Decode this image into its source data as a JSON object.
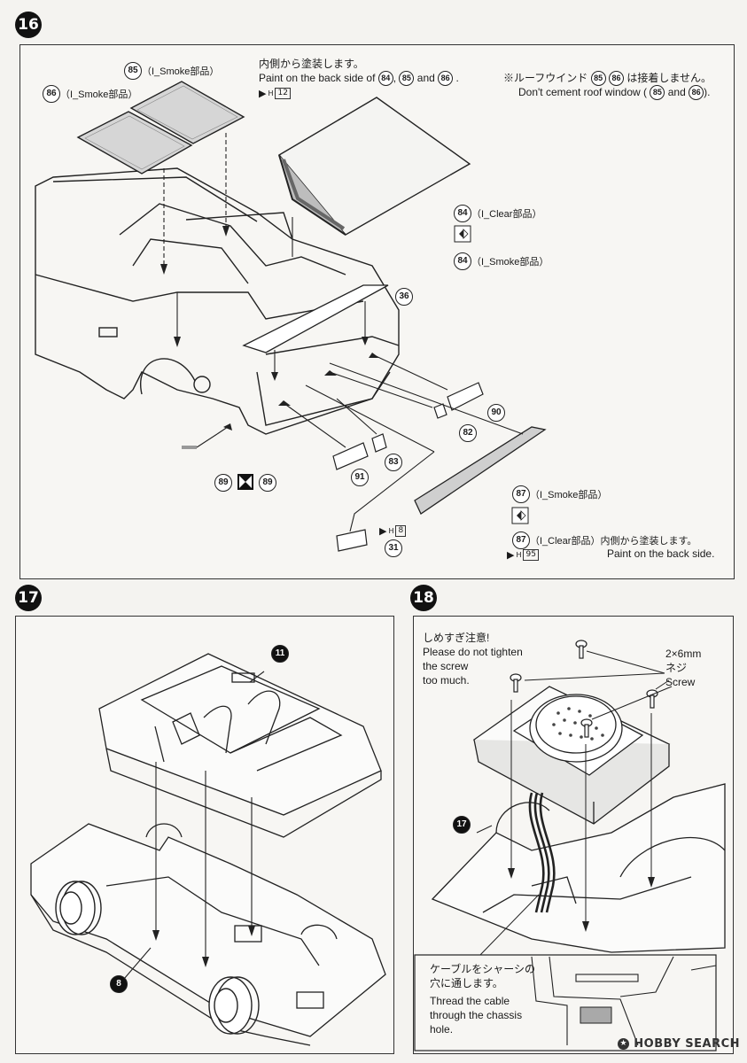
{
  "step16": {
    "number": "16",
    "part85": {
      "num": "85",
      "label": "（I_Smoke部品）"
    },
    "part86": {
      "num": "86",
      "label": "（I_Smoke部品）"
    },
    "paint_jp": "内側から塗装します。",
    "paint_en_prefix": "Paint on the back side of",
    "paint_nums": [
      "84",
      "85",
      "86"
    ],
    "and": "and",
    "page_ref_12": "12",
    "roof_jp_prefix": "※ルーフウインド",
    "roof_jp_suffix": "は接着しません。",
    "roof_en_prefix": "Don't cement roof window (",
    "roof_en_suffix": ").",
    "part84_clear": {
      "num": "84",
      "label": "（I_Clear部品）"
    },
    "part84_smoke": {
      "num": "84",
      "label": "（I_Smoke部品）"
    },
    "p36": "36",
    "p90": "90",
    "p82": "82",
    "p83": "83",
    "p91": "91",
    "p89": "89",
    "p31": "31",
    "page_ref_8": "8",
    "part87_smoke": {
      "num": "87",
      "label": "（I_Smoke部品）"
    },
    "part87_clear": {
      "num": "87",
      "label": "（I_Clear部品）",
      "note_jp": "内側から塗装します。"
    },
    "page_ref_95": "95",
    "paint_back_side": "Paint on the back side."
  },
  "step17": {
    "number": "17",
    "p11": "11",
    "p8": "8"
  },
  "step18": {
    "number": "18",
    "warn_jp": "しめすぎ注意!",
    "warn_en": [
      "Please do not tighten",
      "the screw",
      "too much."
    ],
    "screw_size": "2×6mm",
    "screw_jp": "ネジ",
    "screw_en": "Screw",
    "p17": "17",
    "cable_jp": [
      "ケーブルをシャーシの",
      "穴に通します。"
    ],
    "cable_en": [
      "Thread the cable",
      "through the chassis",
      "hole."
    ]
  },
  "watermark": "HOBBY SEARCH"
}
